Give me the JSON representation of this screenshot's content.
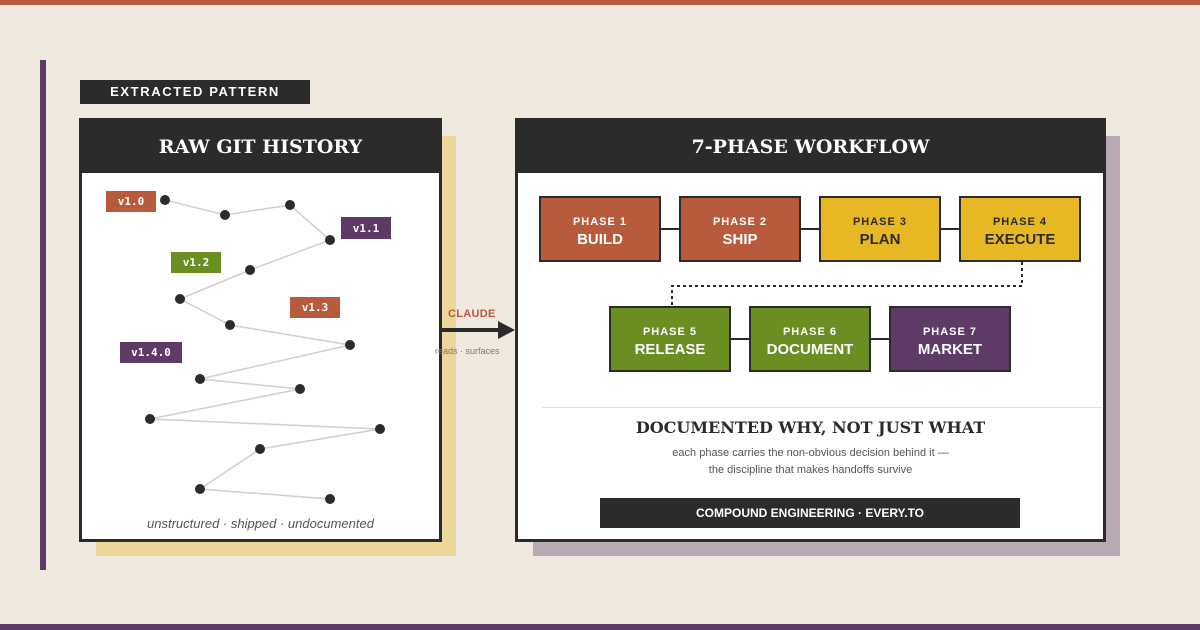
{
  "tag": "EXTRACTED PATTERN",
  "left_panel": {
    "title": "RAW GIT HISTORY",
    "versions": [
      "v1.0",
      "v1.1",
      "v1.2",
      "v1.3",
      "v1.4.0"
    ],
    "caption": "unstructured · shipped · undocumented"
  },
  "arrow": {
    "label": "CLAUDE",
    "sublabel": "reads · surfaces"
  },
  "right_panel": {
    "title": "7-PHASE WORKFLOW",
    "phases": [
      {
        "num": "PHASE 1",
        "name": "BUILD",
        "color": "#b85a3c"
      },
      {
        "num": "PHASE 2",
        "name": "SHIP",
        "color": "#b85a3c"
      },
      {
        "num": "PHASE 3",
        "name": "PLAN",
        "color": "#e8b724"
      },
      {
        "num": "PHASE 4",
        "name": "EXECUTE",
        "color": "#e8b724"
      },
      {
        "num": "PHASE 5",
        "name": "RELEASE",
        "color": "#6b8e23"
      },
      {
        "num": "PHASE 6",
        "name": "DOCUMENT",
        "color": "#6b8e23"
      },
      {
        "num": "PHASE 7",
        "name": "MARKET",
        "color": "#5e3a66"
      }
    ],
    "why_title": "DOCUMENTED WHY, NOT JUST WHAT",
    "why_lines": [
      "each phase carries the non-obvious decision behind it —",
      "the discipline that makes handoffs survive"
    ],
    "footer": "COMPOUND ENGINEERING · EVERY.TO"
  },
  "colors": {
    "rust": "#b85a3c",
    "mustard": "#e8b724",
    "olive": "#6b8e23",
    "plum": "#5e3a66",
    "ink": "#2b2b2b"
  }
}
